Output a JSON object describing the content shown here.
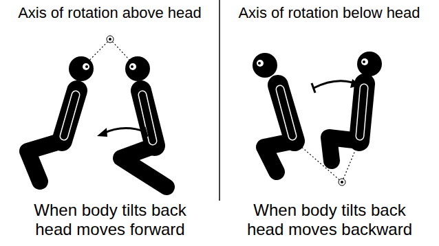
{
  "diagram": {
    "labels": [
      "Axis of rotation above head",
      "Axis of rotation below head",
      "When body tilts back head moves forward",
      "When body tilts back head moves backward"
    ]
  }
}
